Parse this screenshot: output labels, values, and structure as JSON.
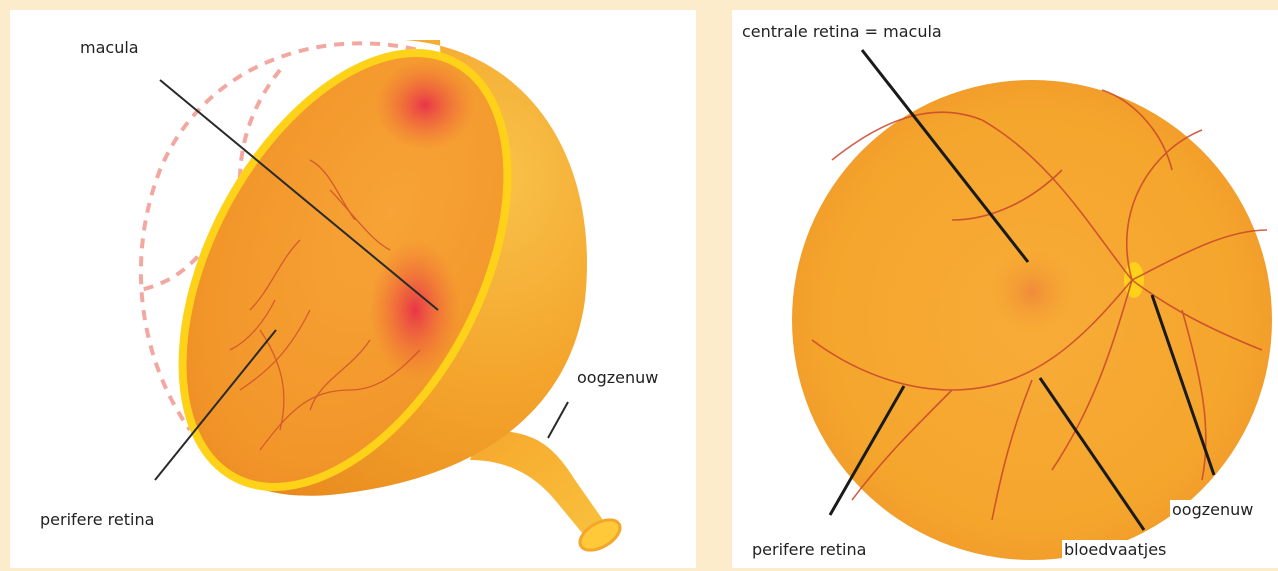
{
  "left_diagram": {
    "labels": {
      "macula": "macula",
      "peripheral": "perifere retina",
      "optic_nerve": "oogzenuw"
    }
  },
  "right_diagram": {
    "labels": {
      "central": "centrale retina = macula",
      "peripheral": "perifere retina",
      "vessels": "bloedvaatjes",
      "optic_nerve": "oogzenuw"
    }
  },
  "colors": {
    "background": "#fdeccb",
    "retina_orange": "#f4a52c",
    "retina_rim": "#ffd21a",
    "macula_red": "#e8304a",
    "vessel_red": "#c9462b",
    "leader_line": "#2a2a2a",
    "dashed_outline": "#f2a8a0"
  }
}
